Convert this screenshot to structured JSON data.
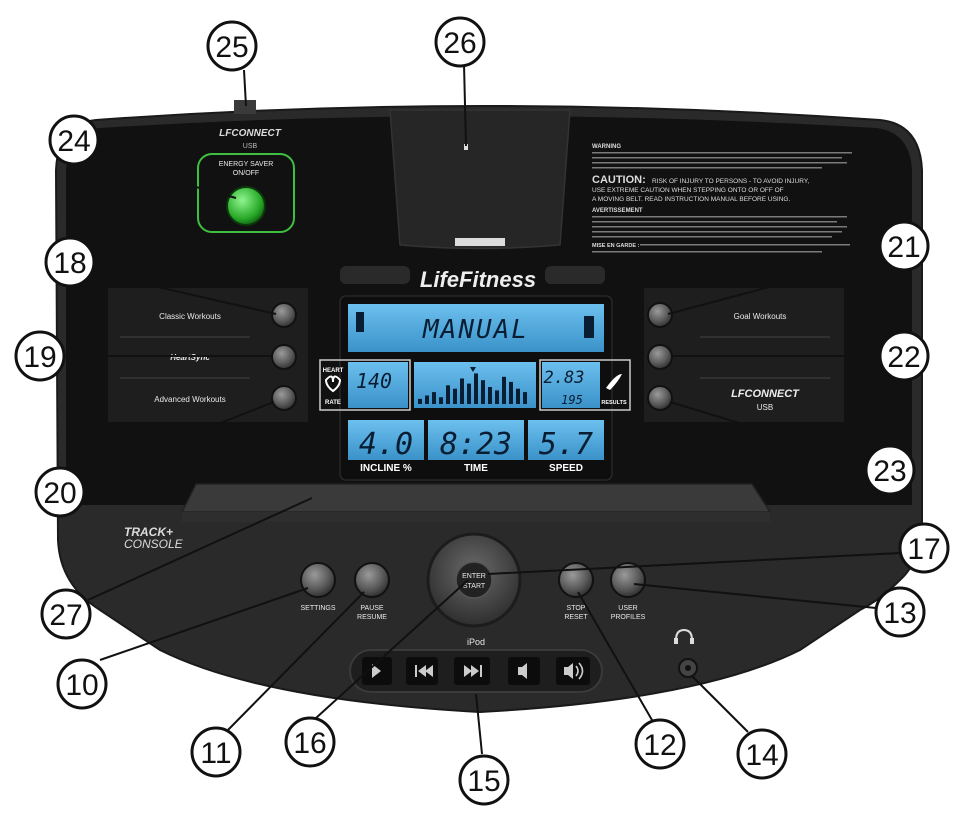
{
  "brand": {
    "logo": "LifeFitness",
    "sub_brand": "TRACK+",
    "sub_brand_line2": "CONSOLE"
  },
  "usb": {
    "brand": "LFCONNECT",
    "label": "USB"
  },
  "energy_saver": {
    "label_line1": "ENERGY SAVER",
    "label_line2": "ON/OFF"
  },
  "left_menu": {
    "item1": "Classic Workouts",
    "item2": "HeartSync",
    "item3": "Advanced Workouts"
  },
  "right_menu": {
    "item1": "Goal Workouts",
    "item3_brand": "LFCONNECT",
    "item3_label": "USB"
  },
  "warning": {
    "heading1": "WARNING",
    "caution": "CAUTION:",
    "caution_tail": "RISK OF INJURY TO PERSONS - TO AVOID INJURY,",
    "caution_line2": "USE EXTREME CAUTION WHEN STEPPING ONTO OR OFF OF",
    "caution_line3": "A MOVING BELT. READ INSTRUCTION MANUAL BEFORE USING.",
    "heading2": "AVERTISSEMENT",
    "heading3": "MISE EN GARDE :"
  },
  "display": {
    "program": "MANUAL",
    "heart_label_top": "HEART",
    "heart_label_bottom": "RATE",
    "heart_value": "140",
    "results_top": "2.83",
    "results_bottom": "195",
    "results_label": "RESULTS",
    "incline_value": "4.0",
    "time_value": "8:23",
    "speed_value": "5.7",
    "incline_label": "INCLINE %",
    "time_label": "TIME",
    "speed_label": "SPEED"
  },
  "profile_bars": [
    0.15,
    0.25,
    0.35,
    0.2,
    0.55,
    0.45,
    0.75,
    0.6,
    0.9,
    0.7,
    0.5,
    0.4,
    0.8,
    0.65,
    0.45,
    0.35
  ],
  "buttons": {
    "settings": "SETTINGS",
    "pause_line1": "PAUSE",
    "pause_line2": "RESUME",
    "enter_line1": "ENTER",
    "enter_line2": "START",
    "stop_line1": "STOP",
    "stop_line2": "RESET",
    "profiles_line1": "USER",
    "profiles_line2": "PROFILES",
    "ipod_label": "iPod"
  },
  "callouts": {
    "c10": "10",
    "c11": "11",
    "c12": "12",
    "c13": "13",
    "c14": "14",
    "c15": "15",
    "c16": "16",
    "c17": "17",
    "c18": "18",
    "c19": "19",
    "c20": "20",
    "c21": "21",
    "c22": "22",
    "c23": "23",
    "c24": "24",
    "c25": "25",
    "c26": "26",
    "c27": "27"
  },
  "colors": {
    "console": "#2b2b2b",
    "panel": "#141414",
    "lcd": "#4aa8de",
    "energy_button": "#3fbf3f"
  }
}
